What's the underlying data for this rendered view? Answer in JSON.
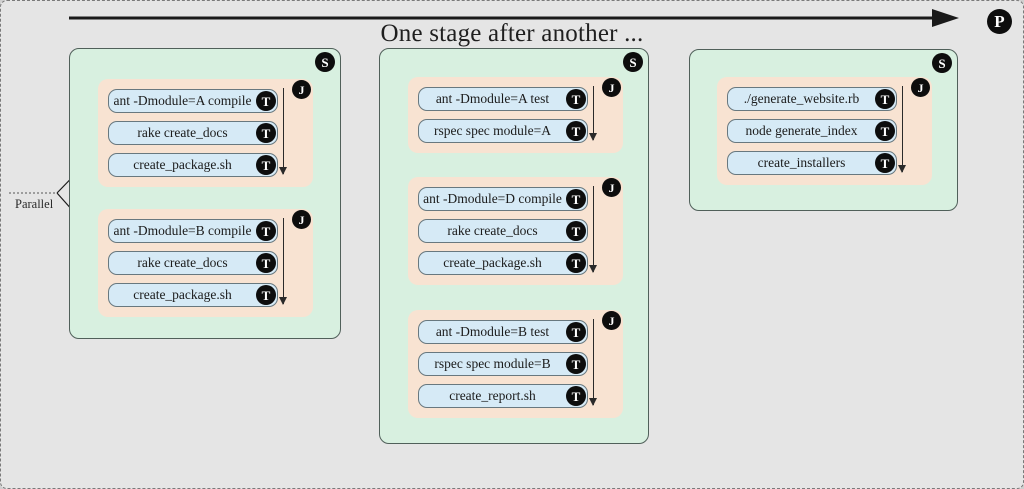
{
  "title": "One stage after another ...",
  "parallel_label": "Parallel",
  "badges": {
    "pipeline": "P",
    "stage": "S",
    "job": "J",
    "task": "T"
  },
  "colors": {
    "canvas_bg": "#e5e5e5",
    "stage_fill": "#d8f0e0",
    "job_fill": "#f8e3d2",
    "task_fill": "#d6eaf6",
    "badge_fill": "#0d0d0d",
    "arrow": "#1a1a1a"
  },
  "stages": [
    {
      "jobs": [
        {
          "tasks": [
            "ant -Dmodule=A compile",
            "rake create_docs",
            "create_package.sh"
          ]
        },
        {
          "tasks": [
            "ant -Dmodule=B compile",
            "rake create_docs",
            "create_package.sh"
          ]
        }
      ]
    },
    {
      "jobs": [
        {
          "tasks": [
            "ant -Dmodule=A test",
            "rspec spec module=A"
          ]
        },
        {
          "tasks": [
            "ant -Dmodule=D compile",
            "rake create_docs",
            "create_package.sh"
          ]
        },
        {
          "tasks": [
            "ant -Dmodule=B test",
            "rspec spec module=B",
            "create_report.sh"
          ]
        }
      ]
    },
    {
      "jobs": [
        {
          "tasks": [
            "./generate_website.rb",
            "node generate_index",
            "create_installers"
          ]
        }
      ]
    }
  ]
}
